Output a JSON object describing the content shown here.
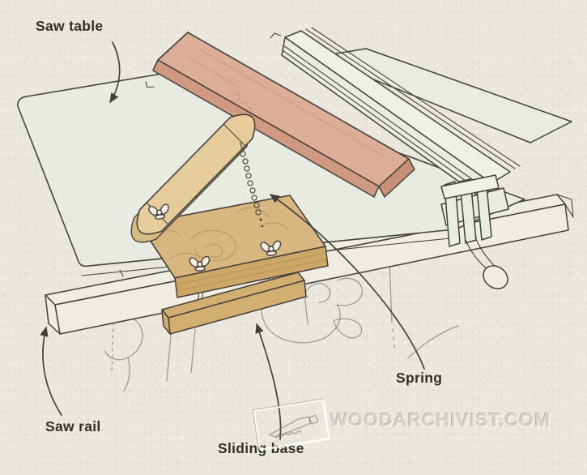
{
  "labels": {
    "saw_table": "Saw table",
    "saw_rail": "Saw rail",
    "spring": "Spring",
    "sliding_base": "Sliding base"
  },
  "watermark": {
    "text": "WOODARCHIVIST.COM",
    "logo": "handsaw-logo"
  },
  "colors": {
    "paper": "#eae7de",
    "ink": "#45413a",
    "sketch": "#8f8a7e",
    "label_ink": "#33302a",
    "table_top": "#e8ebe2",
    "rail": "#efede2",
    "fence_top": "#eff1e8",
    "fence_face": "#e9ece2",
    "board_top": "#dcae97",
    "board_edge": "#d09a82",
    "board_end": "#c78f78",
    "plywood_top": "#d8b67f",
    "plywood_edge": "#cda768",
    "clamp_bar": "#d2ae70",
    "arm_top": "#e6cc9b",
    "arm_side": "#d7bb83",
    "grain": "#b28c50",
    "board_grain": "#b98a72",
    "watermark": "#d9d5cb"
  }
}
